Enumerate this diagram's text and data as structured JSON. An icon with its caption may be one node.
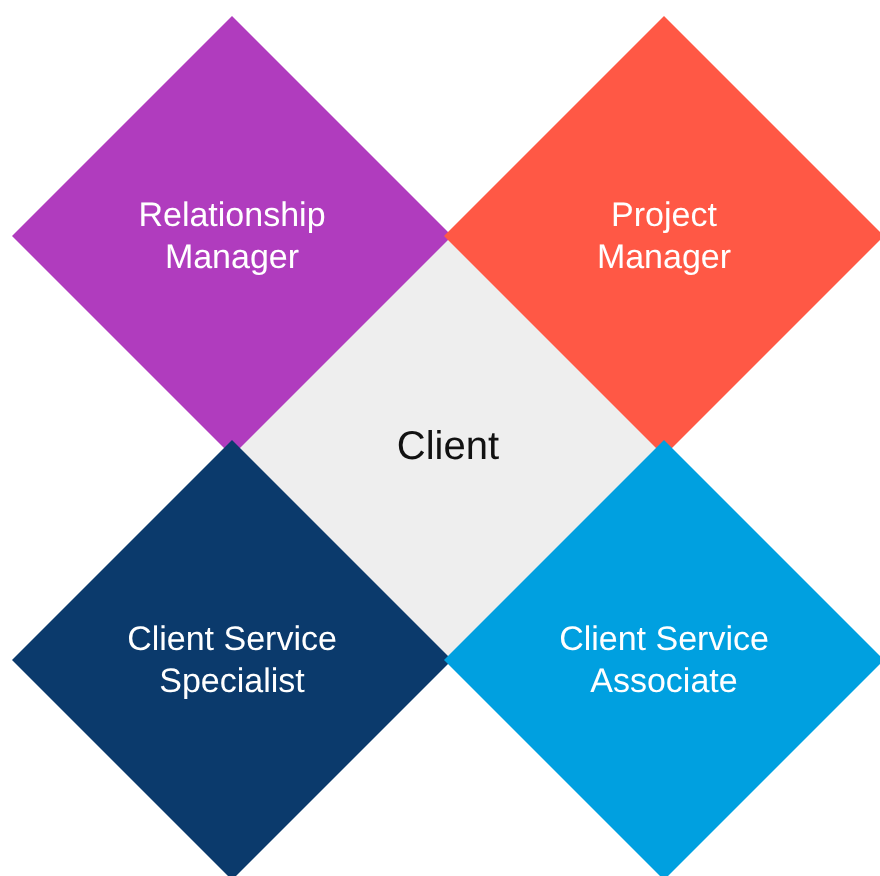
{
  "diagram": {
    "nodes": [
      {
        "text": [
          "Relationship Manager"
        ]
      },
      {
        "text": [
          "Project Manager"
        ]
      },
      {
        "text": [
          "Client"
        ]
      },
      {
        "text": [
          "Client Service Specialist"
        ]
      },
      {
        "text": [
          "Client Service Associate"
        ]
      }
    ]
  }
}
